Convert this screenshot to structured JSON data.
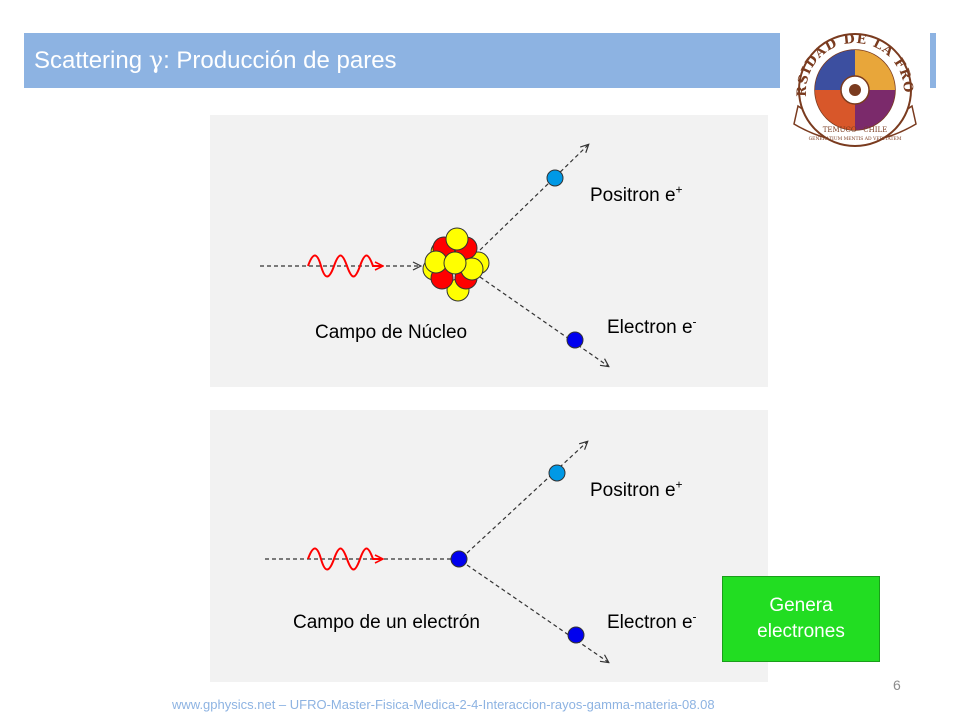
{
  "slide": {
    "title_prefix": "Scattering ",
    "title_gamma": "γ",
    "title_suffix": ": Producción de pares",
    "logo_text": "UNIVERSIDAD DE LA FRONTERA",
    "logo_city": "TEMUCO · CHILE",
    "logo_motto": "GENERATIUM MENTIS AD VERITATEM"
  },
  "top_diagram": {
    "positron_label": "Positron e",
    "positron_sup": "+",
    "electron_label": "Electron e",
    "electron_sup": "-",
    "field_label": "Campo de Núcleo"
  },
  "bottom_diagram": {
    "positron_label": "Positron e",
    "positron_sup": "+",
    "electron_label": "Electron e",
    "electron_sup": "-",
    "field_label": "Campo de un electrón"
  },
  "callout": {
    "line1": "Genera",
    "line2": "electrones"
  },
  "page_number": "6",
  "footer": "www.gphysics.net – UFRO-Master-Fisica-Medica-2-4-Interaccion-rayos-gamma-materia-08.08",
  "colors": {
    "title_bar": "#8db3e2",
    "proton": "#ff0000",
    "neutron": "#ffff00",
    "positron": "#0099e6",
    "electron": "#0000ee",
    "photon_wave": "#ff0000",
    "callout": "#22dd22"
  }
}
